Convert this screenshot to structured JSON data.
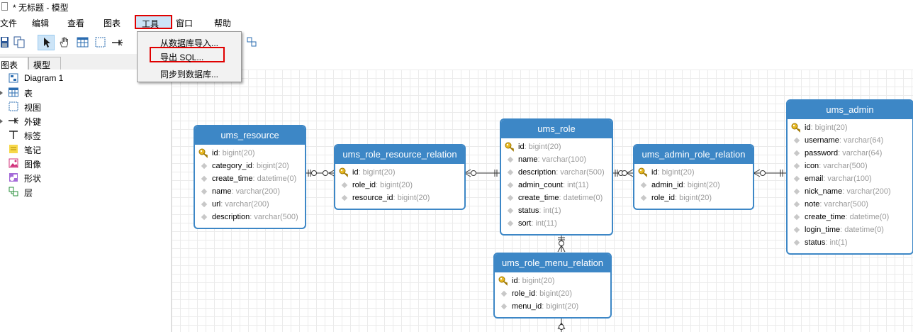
{
  "window": {
    "title": "* 无标题 - 模型"
  },
  "menubar": {
    "items": [
      "文件",
      "编辑",
      "查看",
      "图表",
      "工具",
      "窗口",
      "帮助"
    ]
  },
  "tools_menu": {
    "items": [
      "从数据库导入...",
      "导出 SQL...",
      "同步到数据库..."
    ]
  },
  "tabs": [
    "图表",
    "模型"
  ],
  "tree": {
    "items": [
      "Diagram 1",
      "表",
      "视图",
      "外键",
      "标签",
      "笔记",
      "图像",
      "形状",
      "层"
    ]
  },
  "colors": {
    "accent": "#3d87c6",
    "highlight": "#e00000",
    "selection": "#cce4f7"
  },
  "icons": [
    "save-icon",
    "copy-icon",
    "pointer-icon",
    "hand-icon",
    "table-icon",
    "view-icon",
    "foreign-key-icon",
    "label-icon",
    "layer-icon",
    "key-icon"
  ],
  "tables": [
    {
      "name": "ums_resource",
      "columns": [
        {
          "name": "id",
          "type": ": bigint(20)",
          "pk": true
        },
        {
          "name": "category_id",
          "type": ": bigint(20)",
          "pk": false
        },
        {
          "name": "create_time",
          "type": ": datetime(0)",
          "pk": false
        },
        {
          "name": "name",
          "type": ": varchar(200)",
          "pk": false
        },
        {
          "name": "url",
          "type": ": varchar(200)",
          "pk": false
        },
        {
          "name": "description",
          "type": ": varchar(500)",
          "pk": false
        }
      ]
    },
    {
      "name": "ums_role_resource_relation",
      "columns": [
        {
          "name": "id",
          "type": ": bigint(20)",
          "pk": true
        },
        {
          "name": "role_id",
          "type": ": bigint(20)",
          "pk": false
        },
        {
          "name": "resource_id",
          "type": ": bigint(20)",
          "pk": false
        }
      ]
    },
    {
      "name": "ums_role",
      "columns": [
        {
          "name": "id",
          "type": ": bigint(20)",
          "pk": true
        },
        {
          "name": "name",
          "type": ": varchar(100)",
          "pk": false
        },
        {
          "name": "description",
          "type": ": varchar(500)",
          "pk": false
        },
        {
          "name": "admin_count",
          "type": ": int(11)",
          "pk": false
        },
        {
          "name": "create_time",
          "type": ": datetime(0)",
          "pk": false
        },
        {
          "name": "status",
          "type": ": int(1)",
          "pk": false
        },
        {
          "name": "sort",
          "type": ": int(11)",
          "pk": false
        }
      ]
    },
    {
      "name": "ums_admin_role_relation",
      "columns": [
        {
          "name": "id",
          "type": ": bigint(20)",
          "pk": true
        },
        {
          "name": "admin_id",
          "type": ": bigint(20)",
          "pk": false
        },
        {
          "name": "role_id",
          "type": ": bigint(20)",
          "pk": false
        }
      ]
    },
    {
      "name": "ums_admin",
      "columns": [
        {
          "name": "id",
          "type": ": bigint(20)",
          "pk": true
        },
        {
          "name": "username",
          "type": ": varchar(64)",
          "pk": false
        },
        {
          "name": "password",
          "type": ": varchar(64)",
          "pk": false
        },
        {
          "name": "icon",
          "type": ": varchar(500)",
          "pk": false
        },
        {
          "name": "email",
          "type": ": varchar(100)",
          "pk": false
        },
        {
          "name": "nick_name",
          "type": ": varchar(200)",
          "pk": false
        },
        {
          "name": "note",
          "type": ": varchar(500)",
          "pk": false
        },
        {
          "name": "create_time",
          "type": ": datetime(0)",
          "pk": false
        },
        {
          "name": "login_time",
          "type": ": datetime(0)",
          "pk": false
        },
        {
          "name": "status",
          "type": ": int(1)",
          "pk": false
        }
      ]
    },
    {
      "name": "ums_role_menu_relation",
      "columns": [
        {
          "name": "id",
          "type": ": bigint(20)",
          "pk": true
        },
        {
          "name": "role_id",
          "type": ": bigint(20)",
          "pk": false
        },
        {
          "name": "menu_id",
          "type": ": bigint(20)",
          "pk": false
        }
      ]
    }
  ]
}
